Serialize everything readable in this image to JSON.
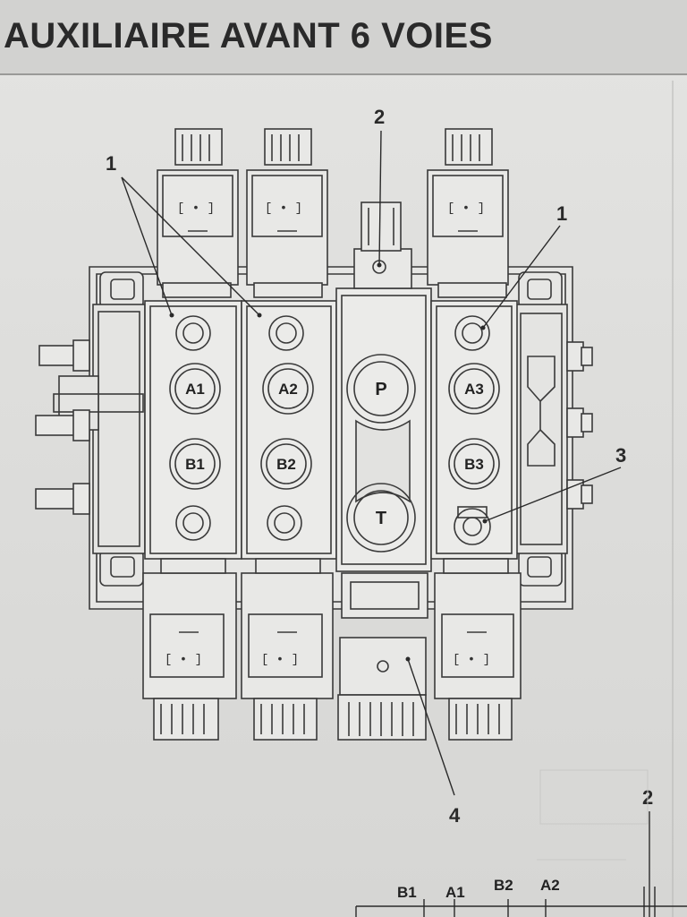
{
  "title": "AUXILIAIRE AVANT 6 VOIES",
  "callouts": {
    "c1_left": "1",
    "c1_right": "1",
    "c2_top": "2",
    "c3": "3",
    "c4": "4",
    "c2_schematic": "2"
  },
  "ports": {
    "a1": "A1",
    "a2": "A2",
    "a3": "A3",
    "b1": "B1",
    "b2": "B2",
    "b3": "B3",
    "p": "P",
    "t": "T"
  },
  "schematic_labels": [
    "B1",
    "A1",
    "B2",
    "A2"
  ],
  "colors": {
    "background": "#dededc",
    "line": "#3a3a3a",
    "text": "#2a2a2a"
  }
}
